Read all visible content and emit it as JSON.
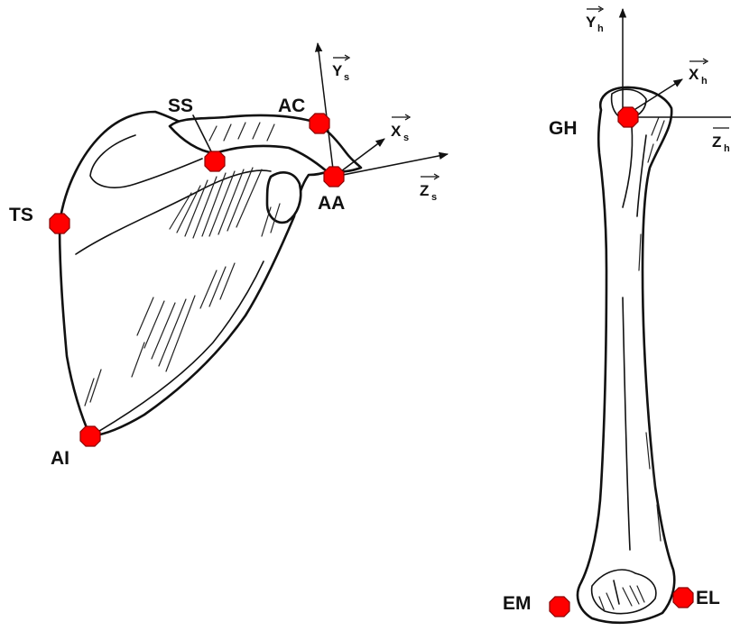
{
  "colors": {
    "landmark": "#ff0000",
    "line": "#111111",
    "background": "#ffffff"
  },
  "scapula": {
    "landmarks": {
      "TS": "TS",
      "SS": "SS",
      "AC": "AC",
      "AA": "AA",
      "AI": "AI"
    },
    "axes": {
      "X": "X",
      "Y": "Y",
      "Z": "Z",
      "subscript": "s"
    }
  },
  "humerus": {
    "landmarks": {
      "GH": "GH",
      "EM": "EM",
      "EL": "EL"
    },
    "axes": {
      "X": "X",
      "Y": "Y",
      "Z": "Z",
      "subscript": "h"
    }
  }
}
